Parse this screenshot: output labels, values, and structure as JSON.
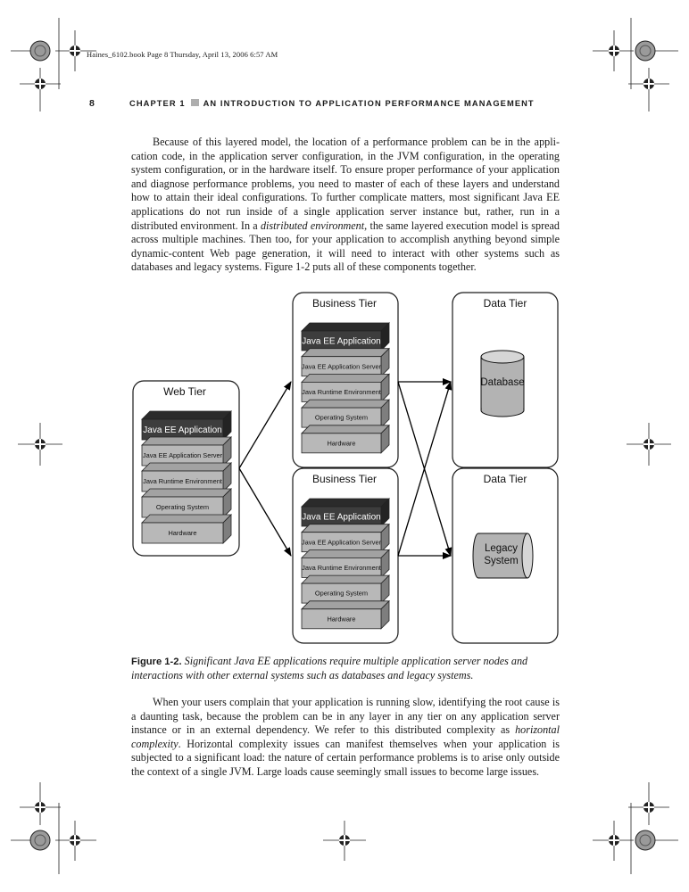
{
  "slug": "Haines_6102.book  Page 8  Thursday, April 13, 2006  6:57 AM",
  "running_head": {
    "page_number": "8",
    "chapter": "CHAPTER 1",
    "title": "AN INTRODUCTION TO APPLICATION PERFORMANCE MANAGEMENT"
  },
  "paragraph1": {
    "a": "Because of this layered model, the location of a performance problem can be in the appli-cation code, in the application server configuration, in the JVM configuration, in the operating system configuration, or in the hardware itself. To ensure proper performance of your application and diagnose performance problems, you need to master of each of these layers and understand how to attain their ideal configurations. To further complicate matters, most significant Java EE applications do not run inside of a single application server instance but, rather, run in a distributed environment. In a ",
    "em": "distributed environment",
    "b": ", the same layered execution model is spread across multiple machines. Then too, for your application to accomplish anything beyond simple dynamic-content Web page generation, it will need to interact with other systems such as databases and legacy systems. Figure 1-2 puts all of these components together."
  },
  "figure": {
    "web_tier": {
      "title": "Web Tier",
      "layers": [
        "Java EE Application",
        "Java EE Application Server",
        "Java Runtime Environment",
        "Operating System",
        "Hardware"
      ]
    },
    "business_tiers": [
      {
        "title": "Business Tier",
        "layers": [
          "Java EE Application",
          "Java EE Application Server",
          "Java Runtime Environment",
          "Operating System",
          "Hardware"
        ]
      },
      {
        "title": "Business Tier",
        "layers": [
          "Java EE Application",
          "Java EE Application Server",
          "Java Runtime Environment",
          "Operating System",
          "Hardware"
        ]
      }
    ],
    "data_tiers": [
      {
        "title": "Data Tier",
        "store_lines": [
          "Database"
        ]
      },
      {
        "title": "Data Tier",
        "store_lines": [
          "Legacy",
          "System"
        ]
      }
    ],
    "colors": {
      "app_face": "#3d3d3d",
      "app_top": "#2b2b2b",
      "app_side": "#232323",
      "layer_face": "#b8b8b8",
      "layer_top": "#a2a2a2",
      "layer_side": "#7e7e7e",
      "cylinder": "#b3b3b3",
      "cylinder_top": "#d6d6d6"
    }
  },
  "caption": {
    "label": "Figure 1-2.",
    "text": "Significant Java EE applications require multiple application server nodes and interactions with other external systems such as databases and legacy systems."
  },
  "paragraph2": {
    "a": "When your users complain that your application is running slow, identifying the root cause is a daunting task, because the problem can be in any layer in any tier on any application server instance or in an external dependency. We refer to this distributed complexity as ",
    "em": "horizontal complexity",
    "b": ". Horizontal complexity issues can manifest themselves when your application is subjected to a significant load: the nature of certain performance problems is to arise only outside the context of a single JVM. Large loads cause seemingly small issues to become large issues."
  }
}
